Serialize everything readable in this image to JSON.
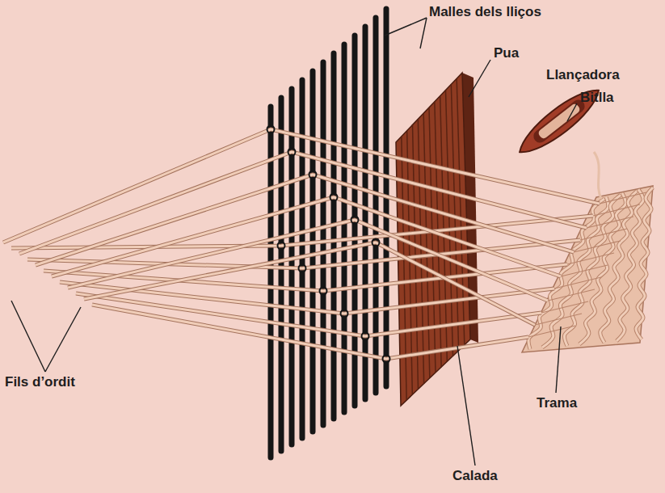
{
  "diagram": {
    "labels": [
      "Malles dels lliços",
      "Pua",
      "Llançadora",
      "Bitlla",
      "Fils d’ordit",
      "Trama",
      "Calada"
    ]
  }
}
